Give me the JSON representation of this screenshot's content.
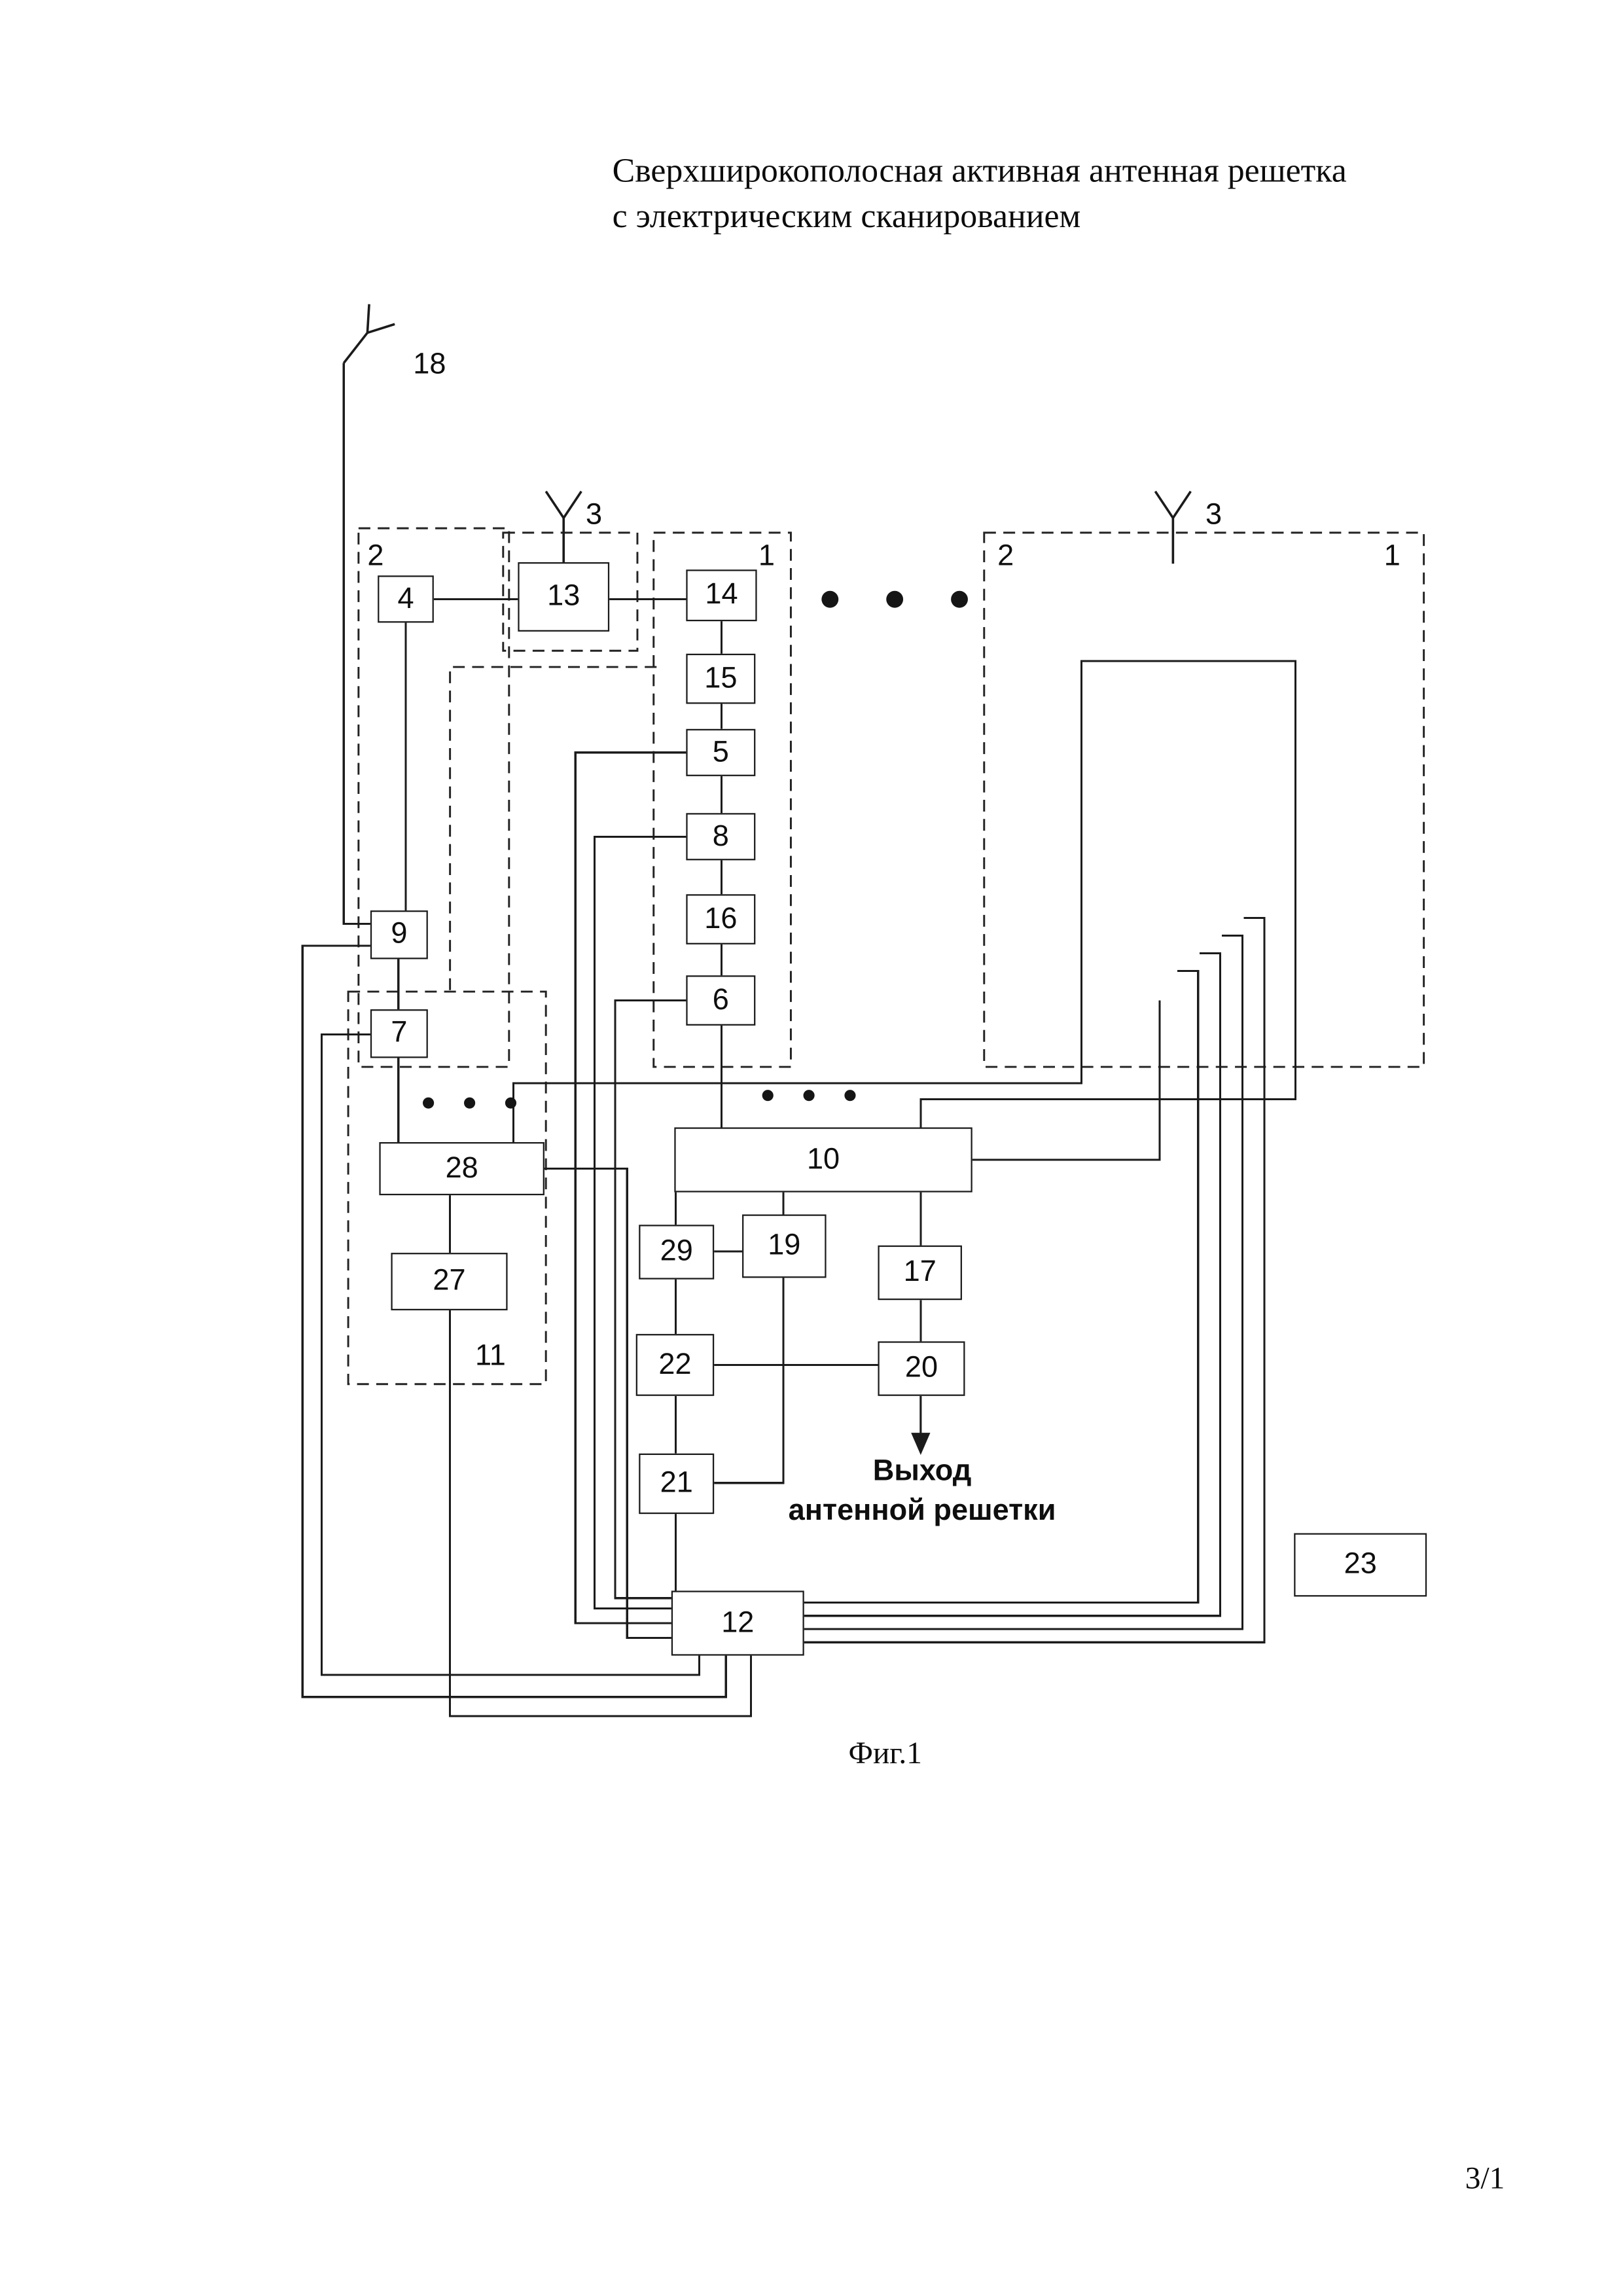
{
  "document": {
    "title_line1": "Сверхширокополосная активная антенная решетка",
    "title_line2": "с электрическим сканированием",
    "figure_caption": "Фиг.1",
    "page_number": "3/1"
  },
  "diagram": {
    "output_line1": "Выход",
    "output_line2": "антенной решетки",
    "ellipsis_top": "● ● ●",
    "ellipsis_channels": "● ● ●",
    "ellipsis_modules": "● ● ●",
    "blocks": {
      "b4": "4",
      "b13": "13",
      "b14": "14",
      "b15": "15",
      "b5": "5",
      "b8": "8",
      "b16": "16",
      "b6": "6",
      "b9": "9",
      "b7": "7",
      "b28": "28",
      "b27": "27",
      "b10": "10",
      "b29": "29",
      "b19": "19",
      "b17": "17",
      "b22": "22",
      "b20": "20",
      "b21": "21",
      "b12": "12",
      "b23": "23"
    },
    "labels": {
      "antenna_tx": "18",
      "antenna3_left": "3",
      "antenna3_right": "3",
      "module2_left": "2",
      "channel1_left": "1",
      "module2_right": "2",
      "channel1_right": "1",
      "common11": "11"
    },
    "style": {
      "line_color": "#1b1b1b",
      "paper_color": "#ffffff"
    }
  }
}
